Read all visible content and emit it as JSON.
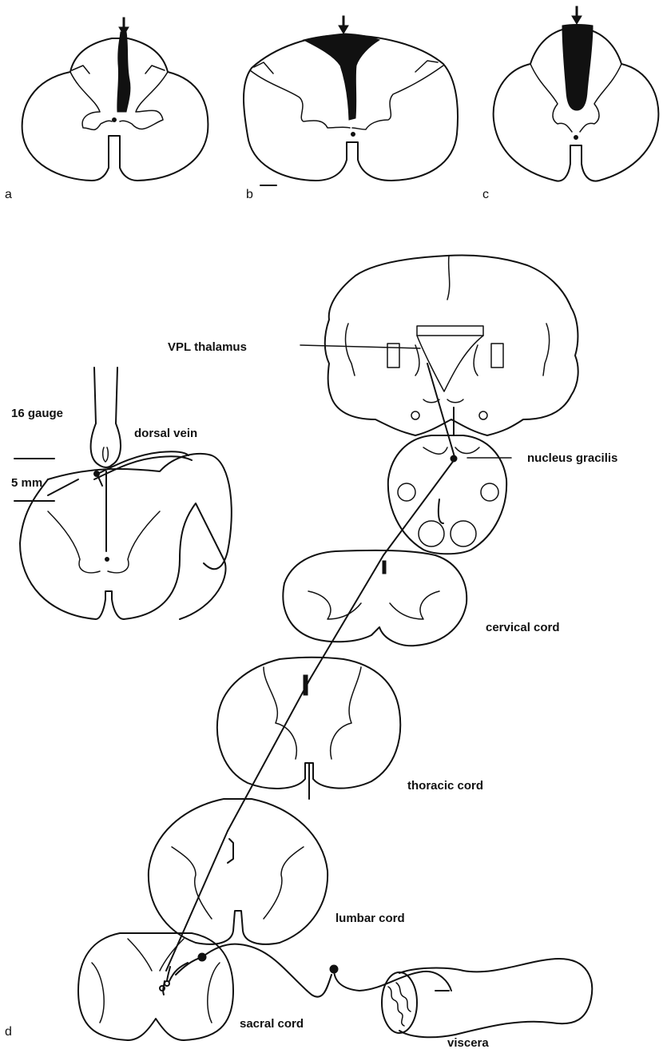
{
  "panels": {
    "a": "a",
    "b": "b",
    "c": "c",
    "d": "d"
  },
  "labels": {
    "vpl_thalamus": "VPL thalamus",
    "nucleus_gracilis": "nucleus gracilis",
    "gauge": "16 gauge",
    "dorsal_vein": "dorsal vein",
    "scale": "5 mm",
    "cervical": "cervical cord",
    "thoracic": "thoracic cord",
    "lumbar": "lumbar cord",
    "sacral": "sacral cord",
    "viscera": "viscera"
  }
}
